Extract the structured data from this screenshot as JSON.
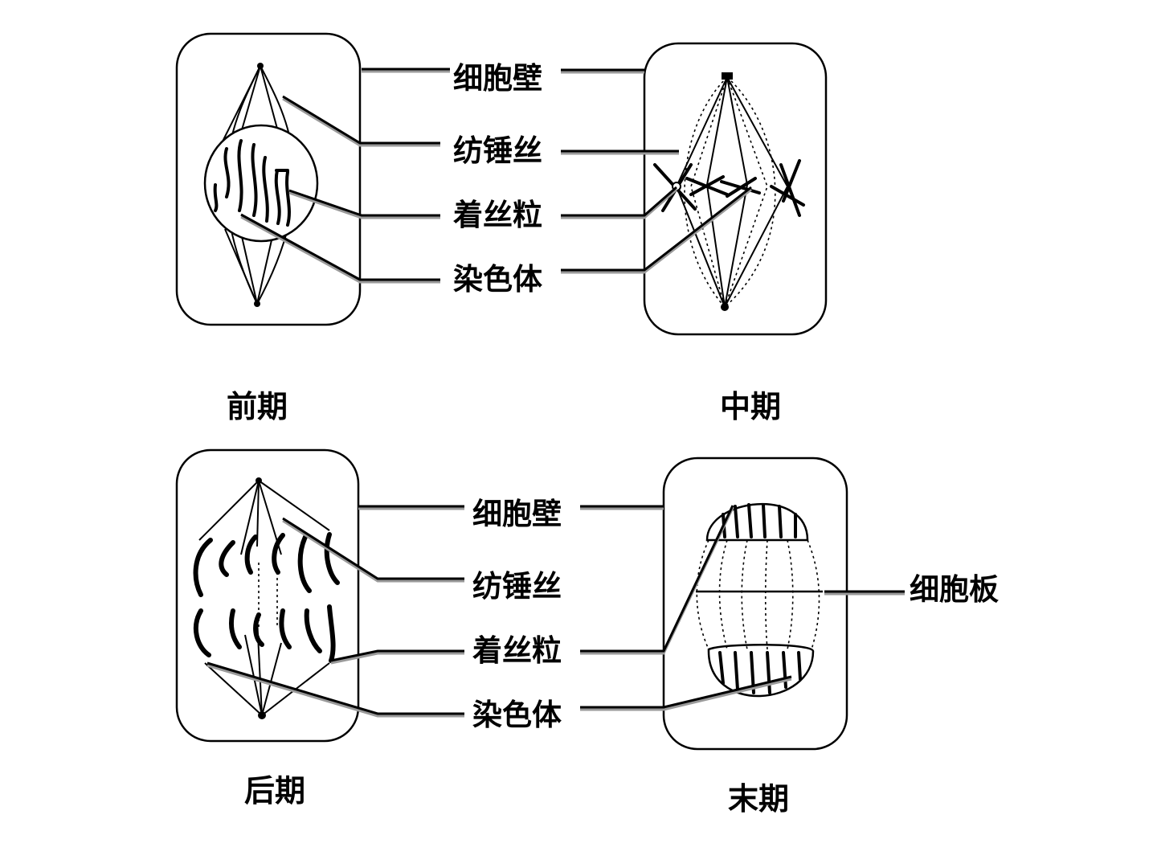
{
  "panels": {
    "prophase": {
      "phase_name": "前期",
      "labels": {
        "cell_wall": "细胞壁",
        "spindle": "纺锤丝",
        "centromere": "着丝粒",
        "chromosome": "染色体"
      }
    },
    "metaphase": {
      "phase_name": "中期"
    },
    "anaphase": {
      "phase_name": "后期",
      "labels": {
        "cell_wall": "细胞壁",
        "spindle": "纺锤丝",
        "centromere": "着丝粒",
        "chromosome": "染色体"
      }
    },
    "telophase": {
      "phase_name": "末期",
      "labels": {
        "cell_plate": "细胞板"
      }
    }
  },
  "colors": {
    "ink": "#000000",
    "leader": "#000000",
    "leader_shadow": "#9a9a9a",
    "background": "#ffffff"
  }
}
